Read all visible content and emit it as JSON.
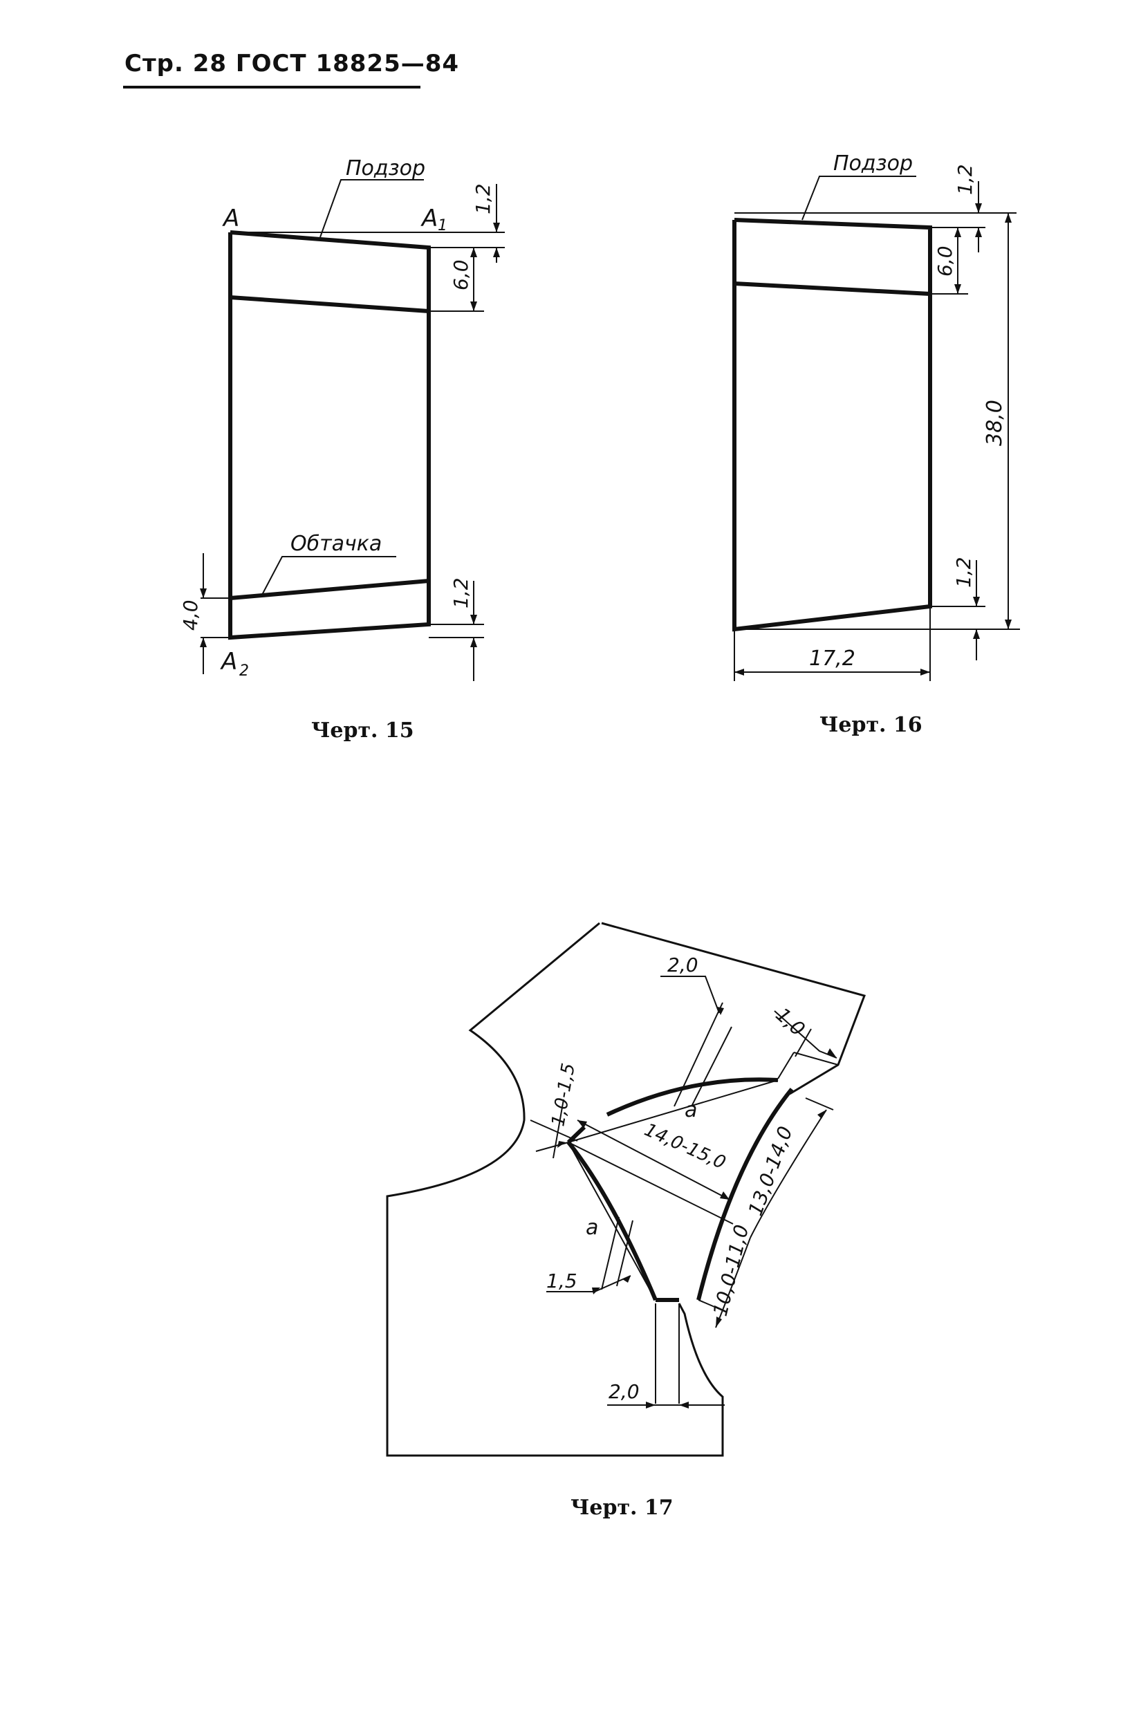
{
  "header": {
    "text": "Стр. 28 ГОСТ 18825—84"
  },
  "fig15": {
    "caption": "Черт. 15",
    "label_podzor": "Подзор",
    "label_obtachka": "Обтачка",
    "point_a": "A",
    "point_a1": "A",
    "point_a1_sub": "1",
    "point_a2": "A",
    "point_a2_sub": "2",
    "dim_top": "1,2",
    "dim_band": "6,0",
    "dim_bottom_right": "1,2",
    "dim_bottom_left": "4,0"
  },
  "fig16": {
    "caption": "Черт. 16",
    "label_podzor": "Подзор",
    "dim_top": "1,2",
    "dim_band": "6,0",
    "dim_height": "38,0",
    "dim_bottom": "1,2",
    "dim_width": "17,2"
  },
  "fig17": {
    "caption": "Черт. 17",
    "dim_2_0_top": "2,0",
    "dim_1_0": "1,0",
    "dim_1_0_1_5": "1,0-1,5",
    "dim_a_top": "a",
    "dim_14_15": "14,0-15,0",
    "dim_13_14": "13,0-14,0",
    "dim_10_11": "10,0-11,0",
    "dim_a_left": "a",
    "dim_1_5": "1,5",
    "dim_2_0_bottom": "2,0"
  }
}
